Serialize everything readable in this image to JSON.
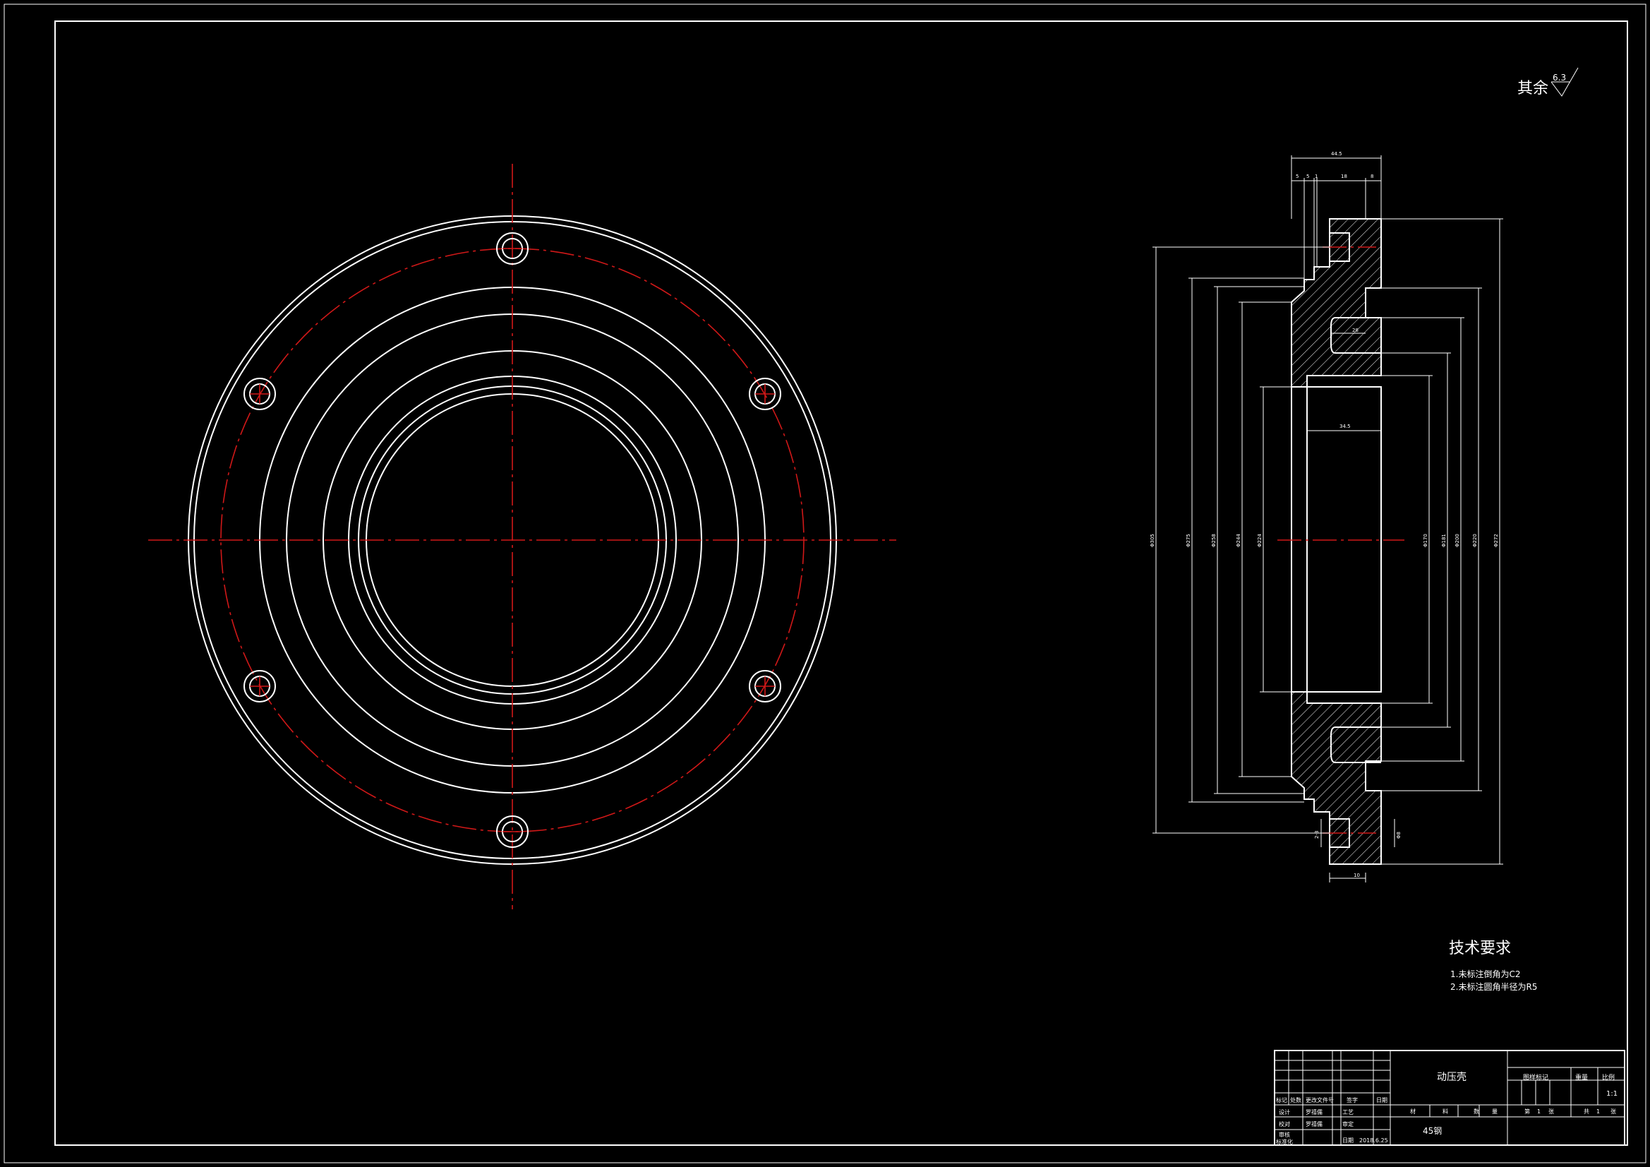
{
  "colors": {
    "background": "#000000",
    "line": "#ffffff",
    "centerline": "#d01818"
  },
  "roughness": {
    "label": "其余",
    "value": "6.3"
  },
  "tech_requirements": {
    "title": "技术要求",
    "items": [
      "1.未标注倒角为C2",
      "2.未标注圆角半径为R5"
    ]
  },
  "side_view_dims": {
    "top_overall": "44.5",
    "top_segments": [
      "5",
      "5",
      "1",
      "18",
      "8"
    ],
    "inner_width": "28",
    "bore_width": "34.5",
    "bottom": "10",
    "left_hole": "2-8",
    "right_hole": "Φ8",
    "left_diameters": [
      "Φ305",
      "Φ275",
      "Φ258",
      "Φ244",
      "Φ224"
    ],
    "right_diameters": [
      "Φ170",
      "Φ181",
      "Φ200",
      "Φ220",
      "Φ272"
    ]
  },
  "title_block": {
    "part_name": "动压壳",
    "material": "45钢",
    "header_right": [
      "图样标记",
      "重量",
      "比例"
    ],
    "scale": "1:1",
    "rev_labels": [
      "标记",
      "处数",
      "更改文件号",
      "签字",
      "日期"
    ],
    "roles": [
      "设计",
      "校对",
      "审核",
      "标准化"
    ],
    "designer": "罗禧儒",
    "checker": "罗禧儒",
    "process": [
      "工艺",
      "审定"
    ],
    "date_label": "日期",
    "date": "2018.6.25",
    "material_labels": [
      "材",
      "料",
      "数",
      "量"
    ],
    "sheet": [
      "第",
      "1",
      "张",
      "共",
      "1",
      "张"
    ]
  }
}
